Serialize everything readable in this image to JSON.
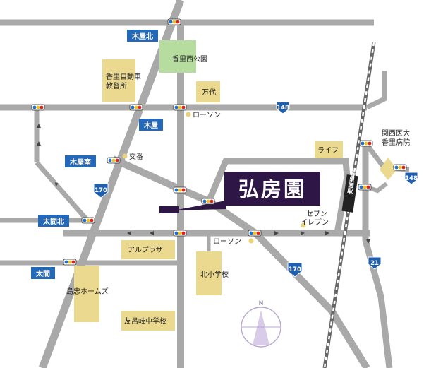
{
  "title": "弘房園",
  "colors": {
    "road": "#a9a9a9",
    "landmark": "#ead98f",
    "park": "#b6dca0",
    "label_blue": "#2468b8",
    "title_bg": "#2e1646",
    "route_shield": "#1f5fb0",
    "compass": "#d9cce8"
  },
  "intersections": {
    "kiya_kita": "木屋北",
    "kiya": "木屋",
    "kiya_minami": "木屋南",
    "taima_kita": "太間北",
    "taima": "太間"
  },
  "routes": {
    "r148": "148",
    "r170": "170",
    "r21": "21"
  },
  "landmarks": {
    "park": "香里西公園",
    "driving_school": "香里自動車\n教習所",
    "mandai": "万代",
    "lawson_north": "ローソン",
    "koban": "交番",
    "life": "ライフ",
    "hospital": "関西医大\n香里病院",
    "seven_eleven": "セブン\nイレブン",
    "alpraza": "アルプラザ",
    "lawson_south": "ローソン",
    "kita_elementary": "北小学校",
    "shimachu": "島忠ホームズ",
    "tomoroki_junior": "友呂岐中学校",
    "station": "香里園駅"
  },
  "icons": {
    "traffic_light": "traffic-light-icon",
    "koban": "koban-dot-icon",
    "compass": "north-arrow-icon",
    "arrow": "one-way-arrow-icon"
  },
  "compass_label": "N"
}
